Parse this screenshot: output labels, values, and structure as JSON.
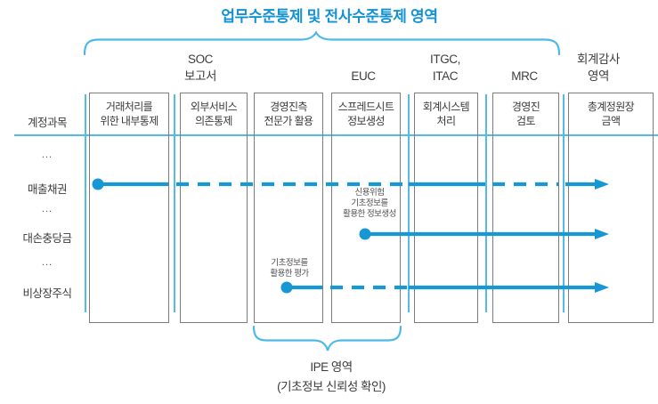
{
  "title": "업무수준통제 및 전사수준통제 영역",
  "row_header": "계정과목",
  "rows": [
    {
      "label": "..."
    },
    {
      "label": "매출채권"
    },
    {
      "label": "..."
    },
    {
      "label": "대손충당금"
    },
    {
      "label": "..."
    },
    {
      "label": "비상장주식"
    }
  ],
  "zone_headers": [
    {
      "line1": "SOC",
      "line2": "보고서"
    },
    {
      "line1": "",
      "line2": "EUC"
    },
    {
      "line1": "ITGC,",
      "line2": "ITAC"
    },
    {
      "line1": "",
      "line2": "MRC"
    },
    {
      "line1": "회계감사",
      "line2": "영역"
    }
  ],
  "control_boxes": [
    {
      "line1": "거래처리를",
      "line2": "위한 내부통제"
    },
    {
      "line1": "외부서비스",
      "line2": "의존통제"
    },
    {
      "line1": "경영진측",
      "line2": "전문가 활용"
    },
    {
      "line1": "스프레드시트",
      "line2": "정보생성"
    },
    {
      "line1": "회계시스템",
      "line2": "처리"
    },
    {
      "line1": "경영진",
      "line2": "검토"
    },
    {
      "line1": "총계정원장",
      "line2": "금액"
    }
  ],
  "annotations": {
    "credit_risk": {
      "line1": "신용위험",
      "line2": "기초정보를",
      "line3": "활용한 정보생성"
    },
    "base_info_eval": {
      "line1": "기초정보를",
      "line2": "활용한 평가"
    }
  },
  "ipe": {
    "line1": "IPE 영역",
    "line2": "(기초정보 신뢰성 확인)"
  },
  "colors": {
    "accent_blue": "#1797d3",
    "title_blue": "#1292d2",
    "brace_blue": "#4cb9e8",
    "divider_blue": "#54bbe5",
    "border_gray": "#7c7c7c",
    "text_dark": "#3b3b3b"
  }
}
